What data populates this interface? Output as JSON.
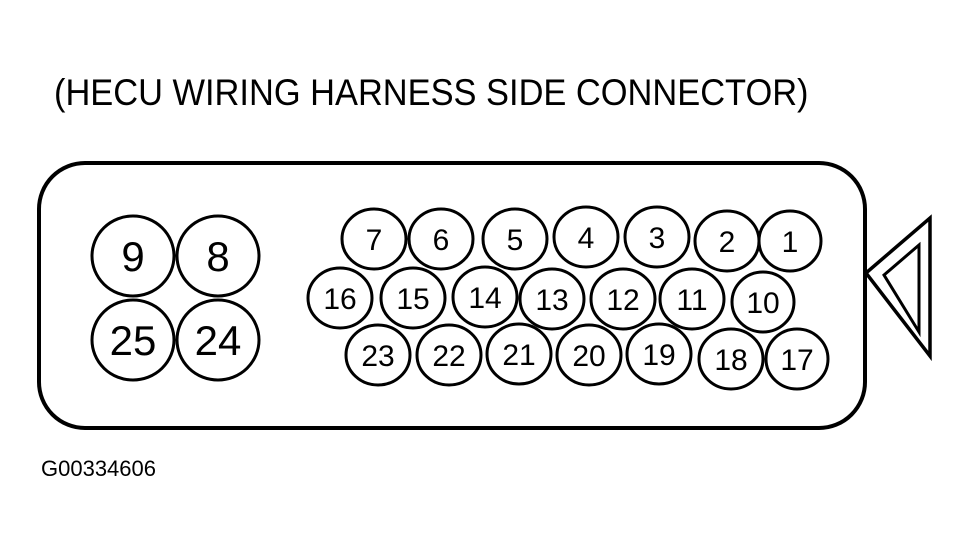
{
  "title": "(HECU WIRING HARNESS SIDE CONNECTOR)",
  "figure_id": "G00334606",
  "pins": [
    {
      "key": "p9",
      "label": "9"
    },
    {
      "key": "p8",
      "label": "8"
    },
    {
      "key": "p25",
      "label": "25"
    },
    {
      "key": "p24",
      "label": "24"
    },
    {
      "key": "p7",
      "label": "7"
    },
    {
      "key": "p6",
      "label": "6"
    },
    {
      "key": "p5",
      "label": "5"
    },
    {
      "key": "p4",
      "label": "4"
    },
    {
      "key": "p3",
      "label": "3"
    },
    {
      "key": "p2",
      "label": "2"
    },
    {
      "key": "p1",
      "label": "1"
    },
    {
      "key": "p16",
      "label": "16"
    },
    {
      "key": "p15",
      "label": "15"
    },
    {
      "key": "p14",
      "label": "14"
    },
    {
      "key": "p13",
      "label": "13"
    },
    {
      "key": "p12",
      "label": "12"
    },
    {
      "key": "p11",
      "label": "11"
    },
    {
      "key": "p10",
      "label": "10"
    },
    {
      "key": "p23",
      "label": "23"
    },
    {
      "key": "p22",
      "label": "22"
    },
    {
      "key": "p21",
      "label": "21"
    },
    {
      "key": "p20",
      "label": "20"
    },
    {
      "key": "p19",
      "label": "19"
    },
    {
      "key": "p18",
      "label": "18"
    },
    {
      "key": "p17",
      "label": "17"
    }
  ]
}
